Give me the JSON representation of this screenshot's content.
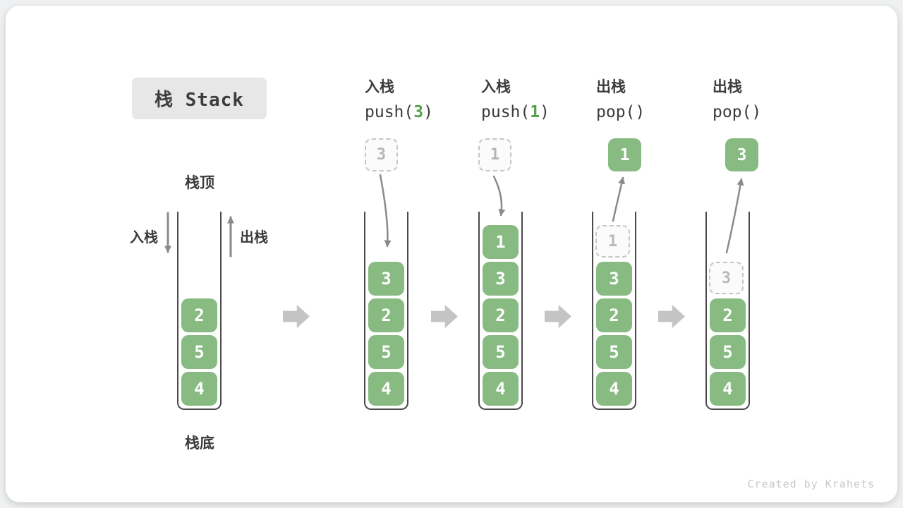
{
  "title": {
    "text": "栈 Stack"
  },
  "stack_labels": {
    "top": "栈顶",
    "bottom": "栈底",
    "push": "入栈",
    "pop": "出栈"
  },
  "operations": [
    {
      "name": "入栈",
      "code_pre": "push(",
      "code_arg": "3",
      "code_post": ")"
    },
    {
      "name": "入栈",
      "code_pre": "push(",
      "code_arg": "1",
      "code_post": ")"
    },
    {
      "name": "出栈",
      "code_pre": "pop()",
      "code_arg": "",
      "code_post": ""
    },
    {
      "name": "出栈",
      "code_pre": "pop()",
      "code_arg": "",
      "code_post": ""
    }
  ],
  "columns": [
    {
      "floating": "",
      "ghost": "",
      "items": [
        "2",
        "5",
        "4"
      ]
    },
    {
      "floating": "3",
      "ghost": "",
      "items": [
        "3",
        "2",
        "5",
        "4"
      ]
    },
    {
      "floating": "1",
      "ghost": "",
      "items": [
        "1",
        "3",
        "2",
        "5",
        "4"
      ]
    },
    {
      "floating": "1",
      "ghost": "1",
      "items": [
        "3",
        "2",
        "5",
        "4"
      ]
    },
    {
      "floating": "3",
      "ghost": "3",
      "items": [
        "2",
        "5",
        "4"
      ]
    }
  ],
  "page": {
    "watermark": "Created by Krahets"
  },
  "colors": {
    "value_box_green": "#87bb82",
    "code_arg_green": "#55a14e",
    "flow_arrow_gray": "#8a8a8a",
    "transition_arrow_gray": "#c4c4c4",
    "ghost_border_gray": "#c6c6c6",
    "text_dark": "#3b3b3b",
    "title_box_bg": "#e7e7e7",
    "watermark_gray": "#c9c9c9",
    "card_bg": "#ffffff"
  }
}
